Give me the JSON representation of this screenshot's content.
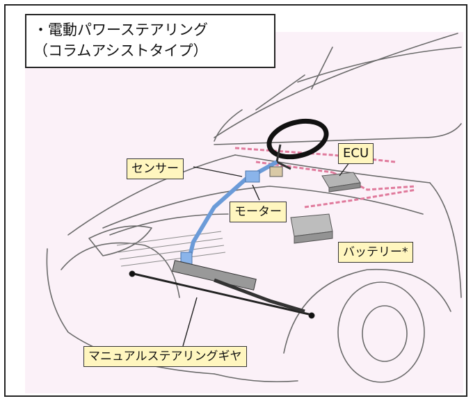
{
  "title": {
    "line1": "・電動パワーステアリング",
    "line2": "（コラムアシストタイプ）"
  },
  "labels": {
    "sensor": "センサー",
    "motor": "モーター",
    "ecu": "ECU",
    "battery": "バッテリー*",
    "gear": "マニュアルステアリングギヤ"
  },
  "colors": {
    "line": "#555555",
    "wiring": "#e07a9c",
    "column": "#6b9bd8",
    "label_bg": "#fff6bf"
  }
}
